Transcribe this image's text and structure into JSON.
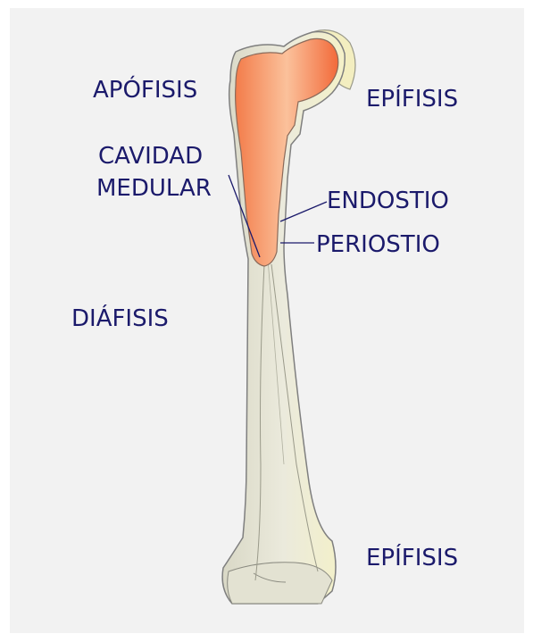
{
  "labels": {
    "apofisis": "APÓFISIS",
    "epifisis_top": "EPÍFISIS",
    "cavidad_line1": "CAVIDAD",
    "cavidad_line2": "MEDULAR",
    "endostio": "ENDOSTIO",
    "periostio": "PERIOSTIO",
    "diafisis": "DIÁFISIS",
    "epifisis_bottom": "EPÍFISIS"
  },
  "colors": {
    "background": "#f2f2f2",
    "label_text": "#1b1a6b",
    "bone": "#e7e6d6",
    "bone_outline": "#7f7f7f",
    "medullary_orange": "#f08a5a"
  }
}
